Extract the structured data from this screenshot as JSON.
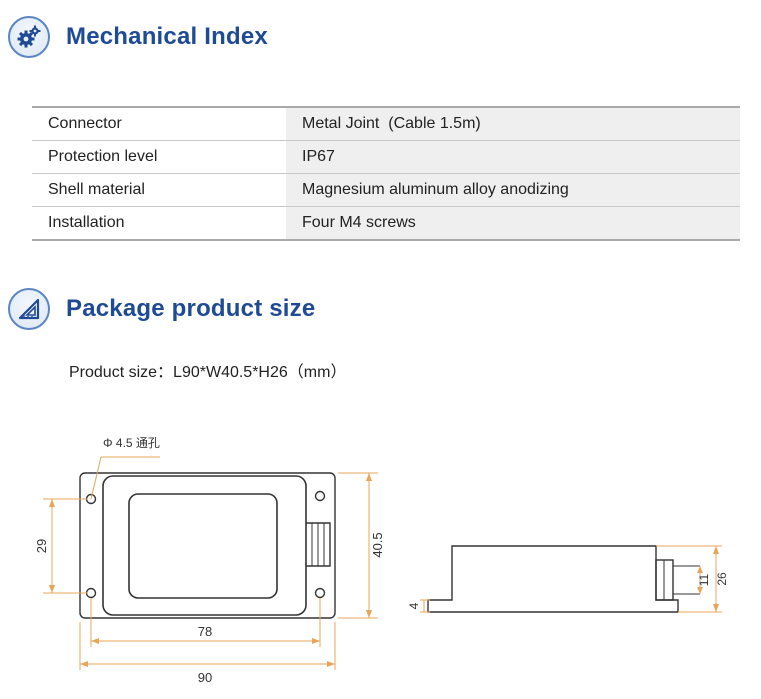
{
  "mechanical": {
    "title": "Mechanical Index",
    "icon": "gears-icon",
    "rows": [
      {
        "label": "Connector",
        "value": "Metal Joint  (Cable 1.5m)"
      },
      {
        "label": "Protection level",
        "value": "IP67"
      },
      {
        "label": "Shell material",
        "value": "Magnesium aluminum alloy anodizing"
      },
      {
        "label": "Installation",
        "value": "Four M4 screws"
      }
    ]
  },
  "package": {
    "title": "Package product size",
    "icon": "set-square-icon",
    "size_text": "Product size：L90*W40.5*H26（mm）"
  },
  "drawing": {
    "hole_label": "Φ 4.5 通孔",
    "dims": {
      "hole_spacing_vertical": "29",
      "height_front": "40.5",
      "hole_spacing_horizontal": "78",
      "length": "90",
      "base_thickness": "4",
      "connector_height": "11",
      "total_height": "26"
    }
  },
  "colors": {
    "heading": "#1f4a95",
    "icon_ring": "#5a86c2",
    "dimension": "#e7a55a",
    "outline": "#333333",
    "table_value_bg": "#efefef"
  }
}
